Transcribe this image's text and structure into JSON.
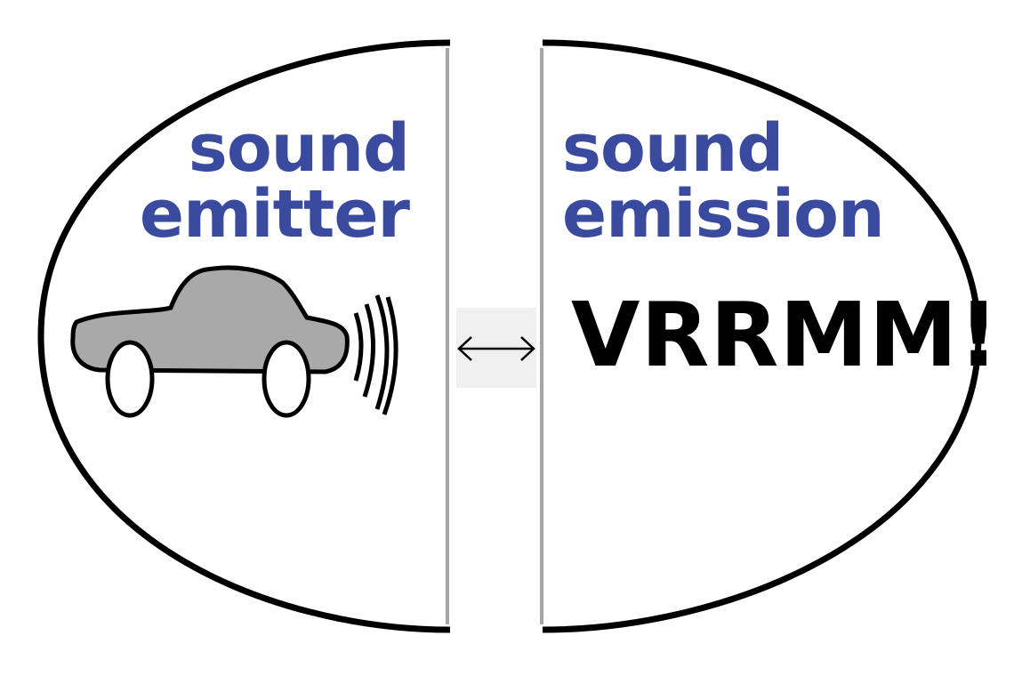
{
  "colors": {
    "heading": "#3a4a9e",
    "outline": "#000000",
    "divider": "#a6a6a6",
    "car_body": "#a9a9a9",
    "wheel": "#ffffff",
    "arrow_background": "#f0f0f0",
    "sound_word": "#000000"
  },
  "left_panel": {
    "title_line1": "sound",
    "title_line2": "emitter",
    "icon": "car-icon",
    "waves_icon": "sound-waves-icon"
  },
  "right_panel": {
    "title_line1": "sound",
    "title_line2": "emission",
    "sound_word": "VRRMM!"
  },
  "connector": {
    "icon": "double-arrow-icon"
  }
}
